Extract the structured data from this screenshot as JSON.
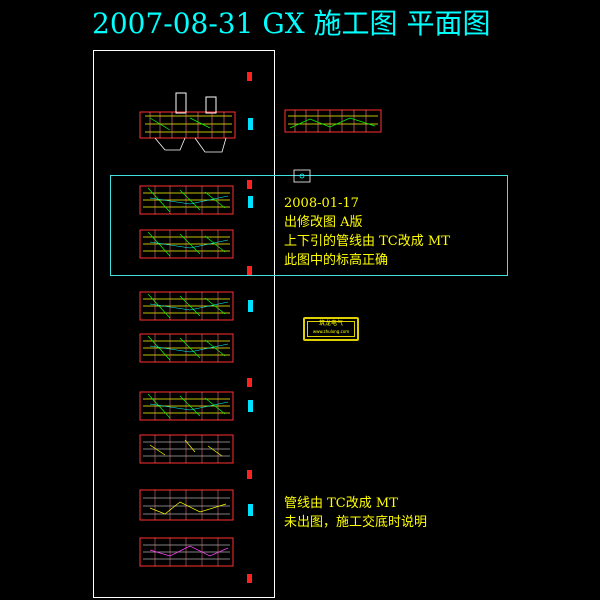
{
  "title": "2007-08-31 GX 施工图 平面图",
  "revision_note": {
    "lines": [
      "2008-01-17",
      "出修改图 A版",
      "上下引的管线由 TC改成 MT",
      "此图中的标高正确"
    ]
  },
  "conduit_note": {
    "lines": [
      "管线由 TC改成 MT",
      "未出图，施工交底时说明"
    ]
  },
  "stamp": {
    "text": "筑龙电气",
    "subtext": "www.zhulong.com"
  },
  "colors": {
    "title": "#00ffff",
    "note": "#ffff00",
    "frame": "#ffffff",
    "cloud": "#40e0e0"
  }
}
